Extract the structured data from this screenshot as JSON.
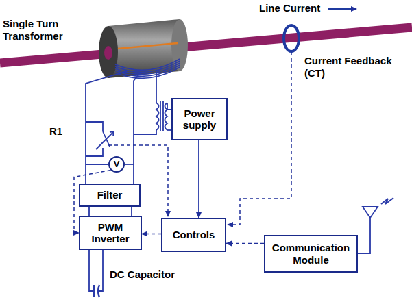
{
  "diagram": {
    "nodes": [
      {
        "text": [
          "Power supply"
        ]
      },
      {
        "text": [
          "V"
        ]
      },
      {
        "text": [
          "Filter"
        ]
      },
      {
        "text": [
          "PWM Inverter"
        ]
      },
      {
        "text": [
          "Controls"
        ]
      },
      {
        "text": [
          "Communication Module"
        ]
      }
    ],
    "edges": [
      {
        "from": 0,
        "to": 4,
        "arrow": "to"
      },
      {
        "from": 5,
        "to": 4,
        "arrow": "to"
      },
      {
        "from": 4,
        "to": 3,
        "arrow": "to"
      },
      {
        "from": 1,
        "to": 3,
        "arrow": "to"
      },
      {
        "from": 2,
        "to": 3,
        "arrow": "none"
      }
    ],
    "labels": [
      "Single Turn Transformer",
      "Line Current",
      "Current Feedback (CT)",
      "R1",
      "DC Capacitor"
    ]
  }
}
